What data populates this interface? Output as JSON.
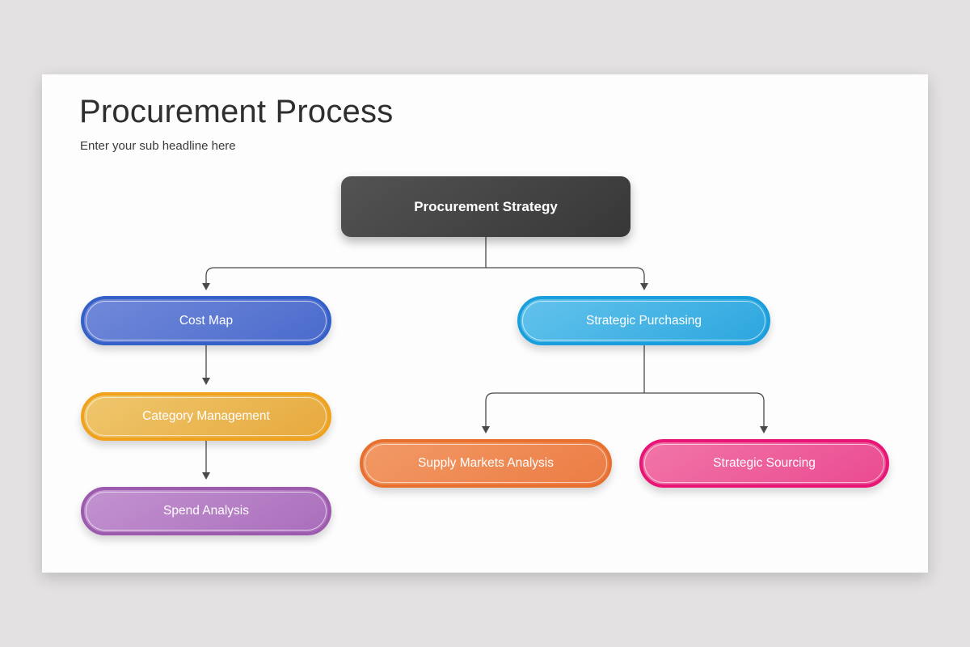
{
  "page": {
    "background_color": "#e3e1e1",
    "card_color": "#fdfdfd"
  },
  "header": {
    "title": "Procurement Process",
    "subtitle": "Enter your sub headline here"
  },
  "diagram": {
    "connector": {
      "color": "#4a4a4a"
    },
    "root": {
      "label": "Procurement Strategy",
      "fill_light": "#535353",
      "fill_dark": "#373737",
      "text_color": "#ffffff"
    },
    "nodes": {
      "cost_map": {
        "label": "Cost Map",
        "border": "#3461c8",
        "fill_light": "#7289d9",
        "fill_dark": "#4a6bcc"
      },
      "strategic_purchasing": {
        "label": "Strategic Purchasing",
        "border": "#1b9fdc",
        "fill_light": "#64c3ec",
        "fill_dark": "#2ba6de"
      },
      "category_management": {
        "label": "Category Management",
        "border": "#f0a21d",
        "fill_light": "#efc76e",
        "fill_dark": "#e7a93c"
      },
      "spend_analysis": {
        "label": "Spend Analysis",
        "border": "#9d5bae",
        "fill_light": "#c393d0",
        "fill_dark": "#aa6ebc"
      },
      "supply_markets_analysis": {
        "label": "Supply Markets Analysis",
        "border": "#e8702f",
        "fill_light": "#f29a66",
        "fill_dark": "#ec7c44"
      },
      "strategic_sourcing": {
        "label": "Strategic Sourcing",
        "border": "#e81576",
        "fill_light": "#f176a8",
        "fill_dark": "#ea4a90"
      }
    },
    "edges": [
      {
        "from": "procurement_strategy",
        "to": "cost_map"
      },
      {
        "from": "procurement_strategy",
        "to": "strategic_purchasing"
      },
      {
        "from": "cost_map",
        "to": "category_management"
      },
      {
        "from": "category_management",
        "to": "spend_analysis"
      },
      {
        "from": "strategic_purchasing",
        "to": "supply_markets_analysis"
      },
      {
        "from": "strategic_purchasing",
        "to": "strategic_sourcing"
      }
    ]
  }
}
